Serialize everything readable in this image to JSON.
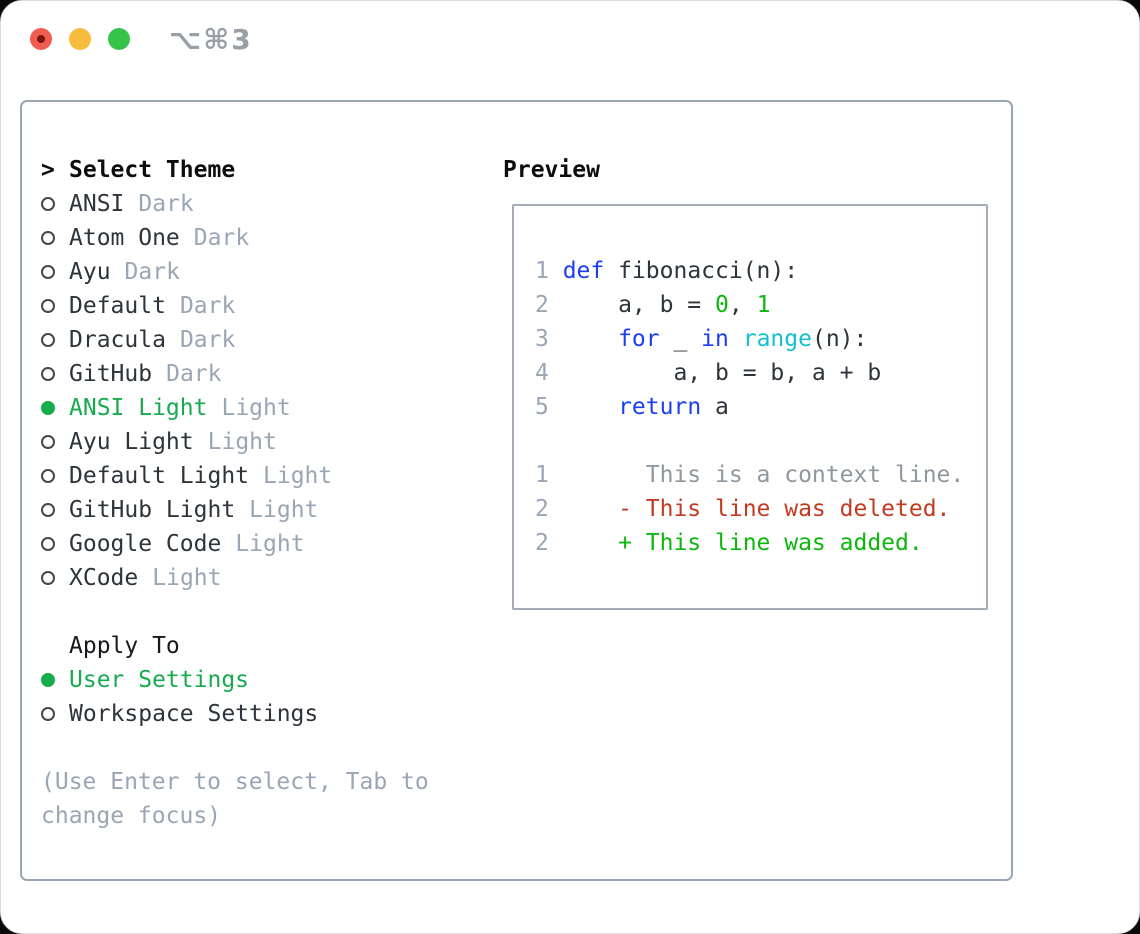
{
  "window": {
    "shortcut": "⌥⌘3"
  },
  "colors": {
    "fg": "#2e343b",
    "heading": "#0b0d0f",
    "keyword_blue": "#1b3ef2",
    "function_cyan": "#13c1cd",
    "number_green": "#0db70d",
    "added_green": "#0db70d",
    "deleted_red": "#c43a21",
    "ui_selected_green": "#17ab4f",
    "secondary_gray": "#9aa6b4",
    "panel_border": "#9aa6b2"
  },
  "theme_picker": {
    "title_prefix": ">",
    "title": "Select Theme",
    "items": [
      {
        "name": "ANSI",
        "variant": "Dark",
        "selected": false
      },
      {
        "name": "Atom One",
        "variant": "Dark",
        "selected": false
      },
      {
        "name": "Ayu",
        "variant": "Dark",
        "selected": false
      },
      {
        "name": "Default",
        "variant": "Dark",
        "selected": false
      },
      {
        "name": "Dracula",
        "variant": "Dark",
        "selected": false
      },
      {
        "name": "GitHub",
        "variant": "Dark",
        "selected": false
      },
      {
        "name": "ANSI Light",
        "variant": "Light",
        "selected": true
      },
      {
        "name": "Ayu Light",
        "variant": "Light",
        "selected": false
      },
      {
        "name": "Default Light",
        "variant": "Light",
        "selected": false
      },
      {
        "name": "GitHub Light",
        "variant": "Light",
        "selected": false
      },
      {
        "name": "Google Code",
        "variant": "Light",
        "selected": false
      },
      {
        "name": "XCode",
        "variant": "Light",
        "selected": false
      }
    ],
    "apply_to": {
      "title": "Apply To",
      "options": [
        {
          "label": "User Settings",
          "selected": true
        },
        {
          "label": "Workspace Settings",
          "selected": false
        }
      ]
    },
    "hint": "(Use Enter to select, Tab to change focus)"
  },
  "preview": {
    "title": "Preview",
    "code_lines": [
      {
        "num": "1",
        "tokens": [
          {
            "t": "def",
            "c": "kw"
          },
          {
            "t": " fibonacci(n):",
            "c": "fg"
          }
        ]
      },
      {
        "num": "2",
        "tokens": [
          {
            "t": "    a, b = ",
            "c": "fg"
          },
          {
            "t": "0",
            "c": "num"
          },
          {
            "t": ", ",
            "c": "fg"
          },
          {
            "t": "1",
            "c": "num"
          }
        ]
      },
      {
        "num": "3",
        "tokens": [
          {
            "t": "    ",
            "c": "fg"
          },
          {
            "t": "for",
            "c": "kw"
          },
          {
            "t": " _ ",
            "c": "fg"
          },
          {
            "t": "in",
            "c": "kw"
          },
          {
            "t": " ",
            "c": "fg"
          },
          {
            "t": "range",
            "c": "fn"
          },
          {
            "t": "(n):",
            "c": "fg"
          }
        ]
      },
      {
        "num": "4",
        "tokens": [
          {
            "t": "        a, b = b, a + b",
            "c": "fg"
          }
        ]
      },
      {
        "num": "5",
        "tokens": [
          {
            "t": "    ",
            "c": "fg"
          },
          {
            "t": "return",
            "c": "kw"
          },
          {
            "t": " a",
            "c": "fg"
          }
        ]
      }
    ],
    "diff_lines": [
      {
        "num": "1",
        "text": "      This is a context line.",
        "kind": "context"
      },
      {
        "num": "2",
        "text": "    - This line was deleted.",
        "kind": "deleted"
      },
      {
        "num": "2",
        "text": "    + This line was added.",
        "kind": "added"
      }
    ]
  }
}
